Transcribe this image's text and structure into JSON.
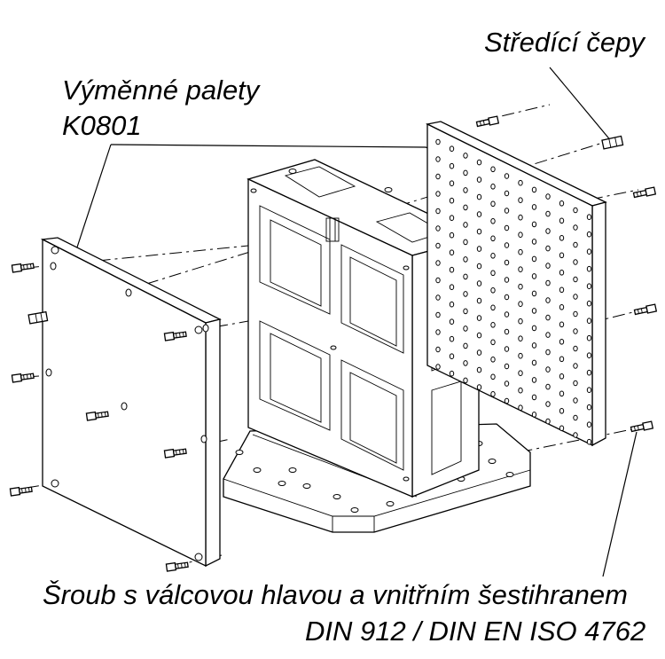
{
  "labels": {
    "pallets_line1": "Výměnné palety",
    "pallets_line2": "K0801",
    "pins": "Středící čepy",
    "screw_line1": "Šroub s válcovou hlavou a vnitřním šestihranem",
    "screw_line2": "DIN 912 / DIN EN ISO 4762"
  }
}
